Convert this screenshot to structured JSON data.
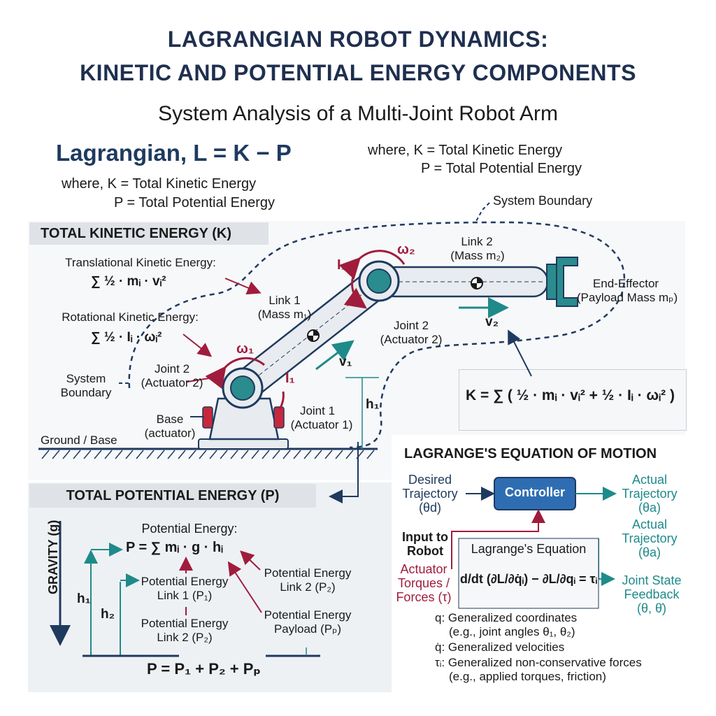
{
  "title_line1": "LAGRANGIAN ROBOT DYNAMICS:",
  "title_line2": "KINETIC AND POTENTIAL ENERGY COMPONENTS",
  "subtitle": "System Analysis of a Multi-Joint Robot Arm",
  "lagrangian": {
    "heading": "Lagrangian, L = K − P",
    "where_k": "where,  K = Total Kinetic Energy",
    "where_p": "P = Total Potential Energy",
    "where_k_dup": "where,  K = Total Kinetic Energy",
    "where_p_dup": "P = Total Potential Energy"
  },
  "system_boundary_top": "System Boundary",
  "kinetic": {
    "heading": "TOTAL KINETIC ENERGY (K)",
    "trans_label": "Translational Kinetic Energy:",
    "trans_formula": "∑ ½ · mᵢ · vᵢ²",
    "rot_label": "Rotational Kinetic Energy:",
    "rot_formula": "∑ ½ · Iᵢ · ωᵢ²",
    "system_boundary": "System\nBoundary",
    "ground": "Ground / Base",
    "total_formula": "K = ∑ ( ½ · mᵢ · vᵢ² + ½ · Iᵢ · ωᵢ² )"
  },
  "arm": {
    "link1": "Link 1",
    "link1_mass": "(Mass m₁)",
    "link2": "Link 2",
    "link2_mass": "(Mass m₂)",
    "joint2_left": "Joint 2",
    "joint2_left_sub": "(Actuator 2)",
    "joint2_right": "Joint 2",
    "joint2_right_sub": "(Actuator 2)",
    "joint1": "Joint 1",
    "joint1_sub": "(Actuator 1)",
    "base": "Base",
    "base_sub": "(actuator)",
    "end_effector": "End-Effector",
    "end_effector_sub": "(Payload Mass mₚ)",
    "omega1": "ω₁",
    "omega2": "ω₂",
    "i1_upper": "I₁",
    "i1_lower": "I₁",
    "v1": "v₁",
    "v2": "v₂",
    "h1": "h₁"
  },
  "potential": {
    "heading": "TOTAL POTENTIAL ENERGY (P)",
    "gravity": "GRAVITY (g)",
    "pe_label": "Potential Energy:",
    "pe_formula": "P = ∑ mᵢ · g · hᵢ",
    "pe_link1": "Potential Energy\nLink 1 (P₁)",
    "pe_link2_left": "Potential Energy\nLink 2 (P₂)",
    "pe_link2_right": "Potential Energy\nLink 2 (P₂)",
    "pe_payload": "Potential Energy\nPayload (Pₚ)",
    "h1": "h₁",
    "h2": "h₂",
    "total": "P = P₁ + P₂ + Pₚ"
  },
  "lagrange": {
    "heading": "LAGRANGE'S EQUATION OF MOTION",
    "desired": "Desired\nTrajectory\n(θd)",
    "controller": "Controller",
    "actual1": "Actual\nTrajectory\n(θa)",
    "actual2": "Actual\nTrajectory\n(θa)",
    "input": "Input to\nRobot",
    "torques": "Actuator\nTorques /\nForces (τ)",
    "eq_title": "Lagrange's Equation",
    "eq_body": "d/dt (∂L/∂q̇ᵢ) − ∂L/∂qᵢ = τᵢ",
    "feedback": "Joint State\nFeedback\n(θ, θ̇)",
    "def_q": "q: Generalized coordinates",
    "def_q_sub": "(e.g., joint angles θ₁, θ₂)",
    "def_qdot": "q̇: Generalized velocities",
    "def_tau": "τᵢ: Generalized non-conservative forces",
    "def_tau_sub": "(e.g., applied torques, friction)"
  },
  "colors": {
    "navy": "#1f3a5f",
    "teal": "#1f8a8a",
    "crimson": "#a01c3c",
    "controller_blue": "#2f6db3",
    "panel": "#eef1f4"
  }
}
